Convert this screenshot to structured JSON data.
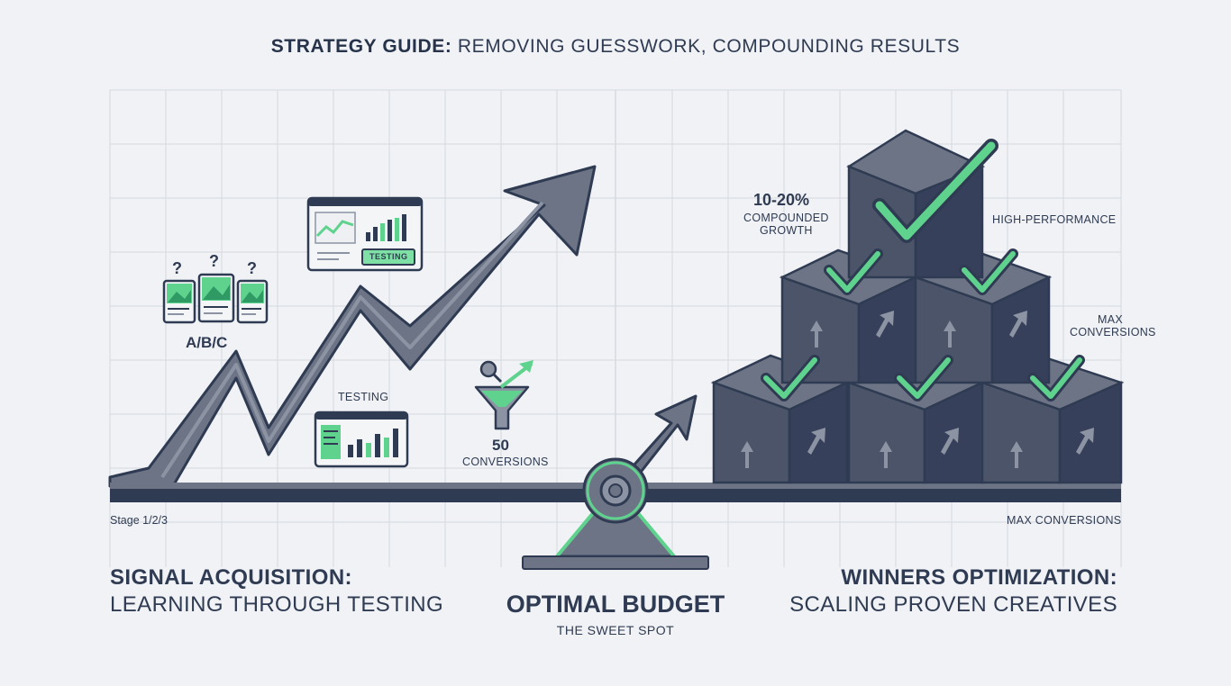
{
  "title": {
    "bold": "STRATEGY GUIDE:",
    "rest": " REMOVING GUESSWORK, COMPOUNDING RESULTS"
  },
  "labels": {
    "abc": "A/B/C",
    "question_mark": "?",
    "testing_badge": "TESTING",
    "testing_caption": "TESTING",
    "conversions_value": "50",
    "conversions_text": "CONVERSIONS",
    "growth_value": "10-20%",
    "growth_line1": "COMPOUNDED",
    "growth_line2": "GROWTH",
    "high_performance": "HIGH-PERFORMANCE",
    "max_conv_line1": "MAX",
    "max_conv_line2": "CONVERSIONS",
    "stage": "Stage 1/2/3",
    "max_conversions_axis": "MAX CONVERSIONS"
  },
  "sections": {
    "left_title": "SIGNAL ACQUISITION:",
    "left_subtitle": "LEARNING THROUGH TESTING",
    "center_title": "OPTIMAL BUDGET",
    "center_subtitle": "THE SWEET SPOT",
    "right_title": "WINNERS OPTIMIZATION:",
    "right_subtitle": "SCALING PROVEN CREATIVES"
  },
  "colors": {
    "navy": "#2f3b52",
    "slate": "#5d6677",
    "green": "#5fd38e",
    "background": "#f0f2f5",
    "grid": "#d5d9e0"
  }
}
